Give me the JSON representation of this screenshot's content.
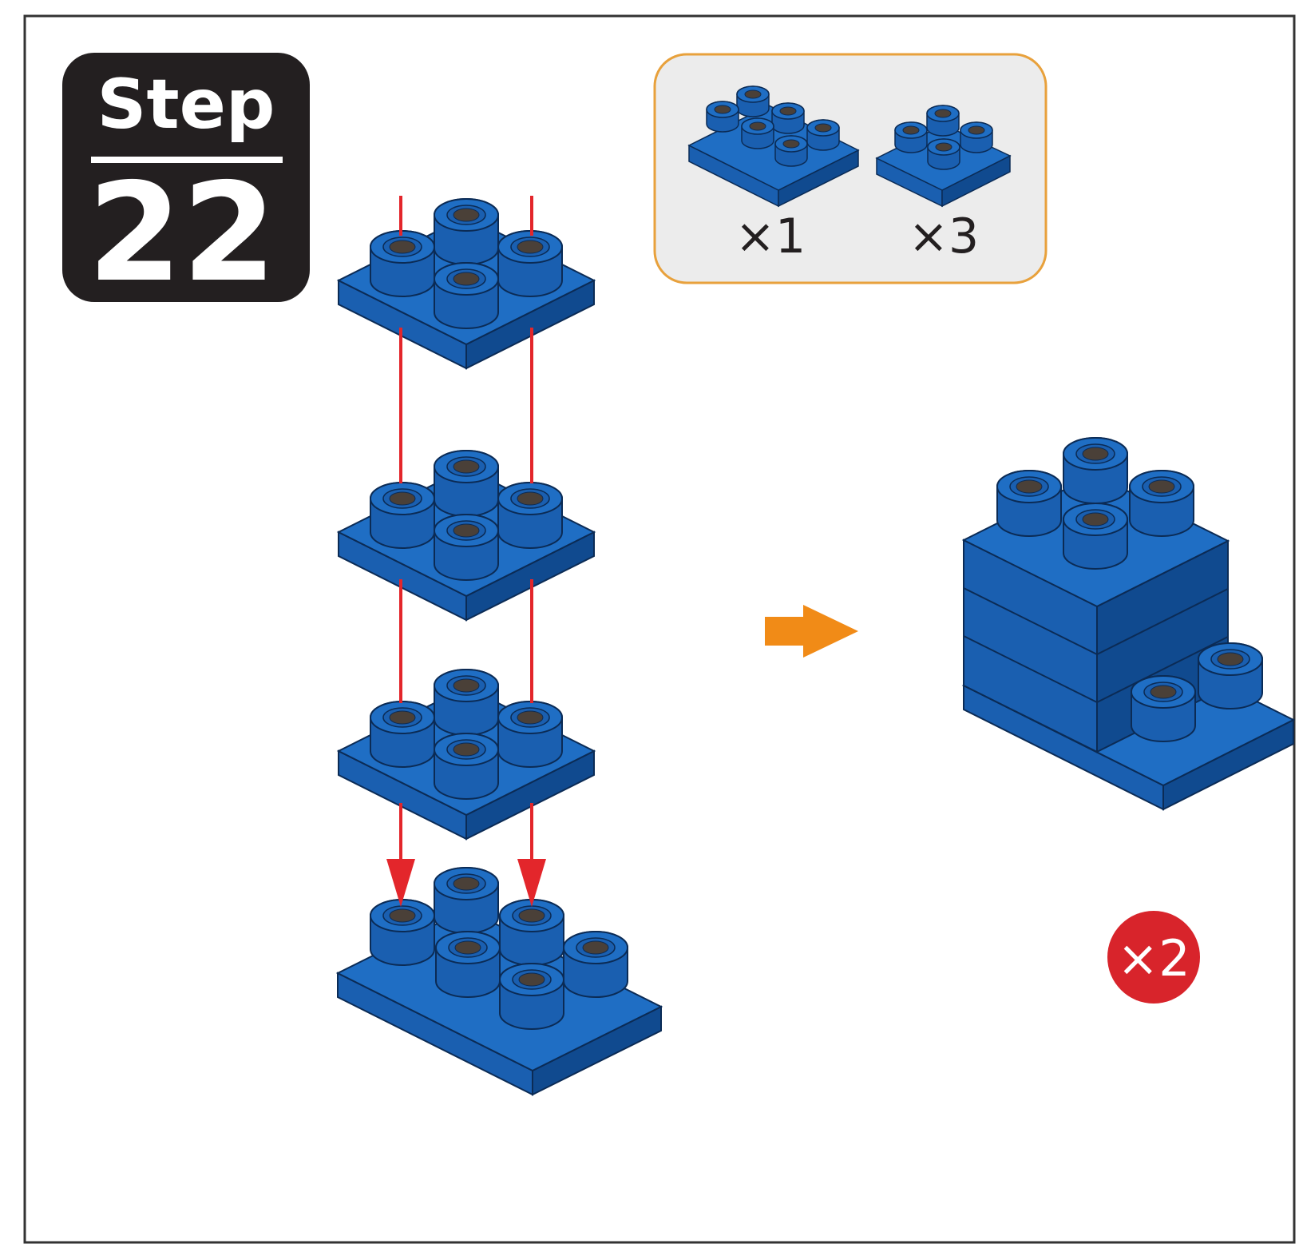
{
  "step": {
    "word": "Step",
    "number": "22"
  },
  "parts": [
    {
      "name": "brick-2x3-icon",
      "qty": "×1"
    },
    {
      "name": "brick-2x2-icon",
      "qty": "×3"
    }
  ],
  "multiplier": "×2",
  "colors": {
    "brick_top": "#1f6ec4",
    "brick_left": "#1a5fb0",
    "brick_right": "#104a8f",
    "stud_hole": "#4a4038",
    "arrow_red": "#e3262b",
    "arrow_orange": "#f18b17",
    "parts_border": "#e8a13c",
    "parts_bg": "#ececec",
    "badge_bg": "#231f20",
    "multiplier_bg": "#d8242b"
  }
}
